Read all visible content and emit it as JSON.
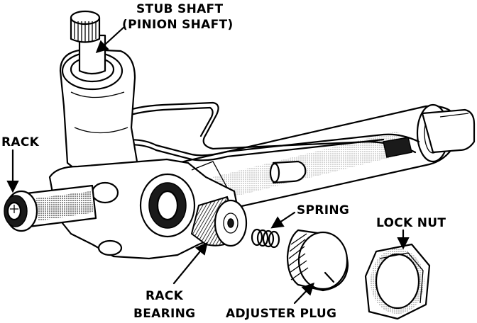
{
  "labels": {
    "stub_shaft_line1": "STUB SHAFT",
    "stub_shaft_line2": "(PINION SHAFT)",
    "rack": "RACK",
    "spring": "SPRING",
    "lock_nut": "LOCK NUT",
    "rack_bearing_line1": "RACK",
    "rack_bearing_line2": "BEARING",
    "adjuster_plug": "ADJUSTER PLUG"
  },
  "colors": {
    "ink": "#000000",
    "paper": "#ffffff"
  }
}
